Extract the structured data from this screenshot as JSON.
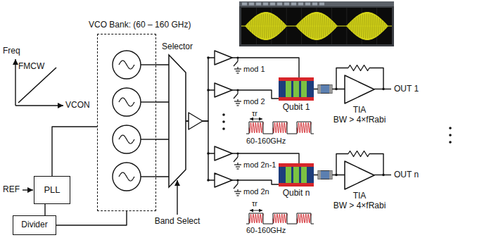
{
  "diagram": {
    "nodes": [
      {
        "text": [
          "VCO Bank: (60 – 160 GHz)"
        ]
      },
      {
        "text": [
          "PLL"
        ]
      },
      {
        "text": [
          "Divider"
        ]
      },
      {
        "text": [
          "Selector"
        ]
      },
      {
        "text": [
          "Qubit 1"
        ]
      },
      {
        "text": [
          "TIA",
          "BW > 4×fRabi"
        ]
      },
      {
        "text": [
          "Qubit n"
        ]
      },
      {
        "text": [
          "TIA",
          "BW > 4×fRabi"
        ]
      }
    ],
    "edges": [
      {
        "from": 1,
        "to": 0,
        "arrow": "none"
      },
      {
        "from": 0,
        "to": 2,
        "arrow": "none"
      },
      {
        "from": 2,
        "to": 1,
        "arrow": "none"
      },
      {
        "from": 0,
        "to": 3,
        "arrow": "none"
      },
      {
        "from": 3,
        "to": 4,
        "arrow": "none"
      },
      {
        "from": 3,
        "to": 6,
        "arrow": "none"
      },
      {
        "from": 4,
        "to": 5,
        "arrow": "none"
      },
      {
        "from": 6,
        "to": 7,
        "arrow": "none"
      }
    ],
    "labels": [
      "Freq",
      "FMCW",
      "VCON",
      "REF",
      "Band Select",
      "mod 1",
      "mod 2",
      "mod 2n-1",
      "mod 2n",
      "τr",
      "60-160GHz",
      "τr",
      "60-160GHz",
      "OUT 1",
      "OUT n"
    ]
  }
}
